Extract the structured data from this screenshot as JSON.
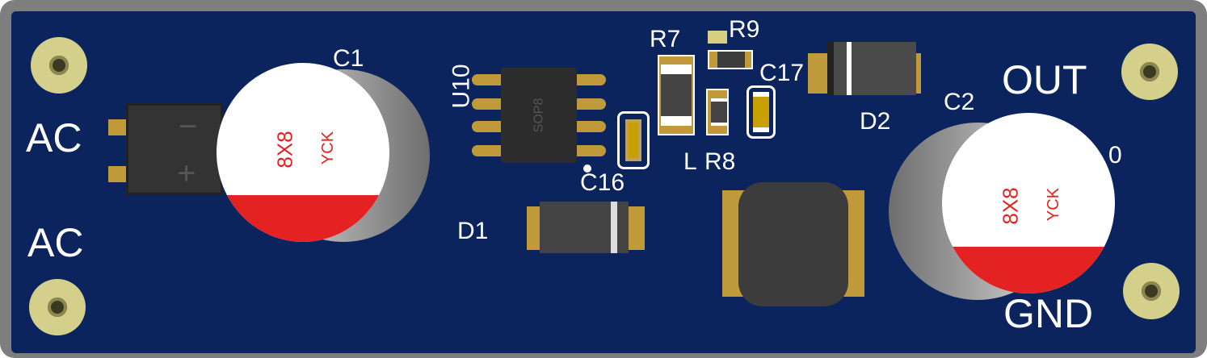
{
  "board": {
    "color": "#0b245e",
    "frame_color": "#7e7e7e",
    "silk_color": "#ffffff"
  },
  "labels": {
    "ac_top": "AC",
    "ac_bottom": "AC",
    "out": "OUT",
    "gnd": "GND",
    "c1": "C1",
    "c2": "C2",
    "u10": "U10",
    "c16": "C16",
    "d1": "D1",
    "d2": "D2",
    "r7": "R7",
    "r9": "R9",
    "c17": "C17",
    "r8": "R8",
    "l_partial": "L",
    "hidden_suffix": "0"
  },
  "components": {
    "u10_body": "SOP8",
    "c1_marking_size": "8X8",
    "c1_marking_brand": "YCK",
    "c2_marking_size": "8X8",
    "c2_marking_brand": "YCK",
    "bridge_minus": "−",
    "bridge_plus": "+"
  }
}
